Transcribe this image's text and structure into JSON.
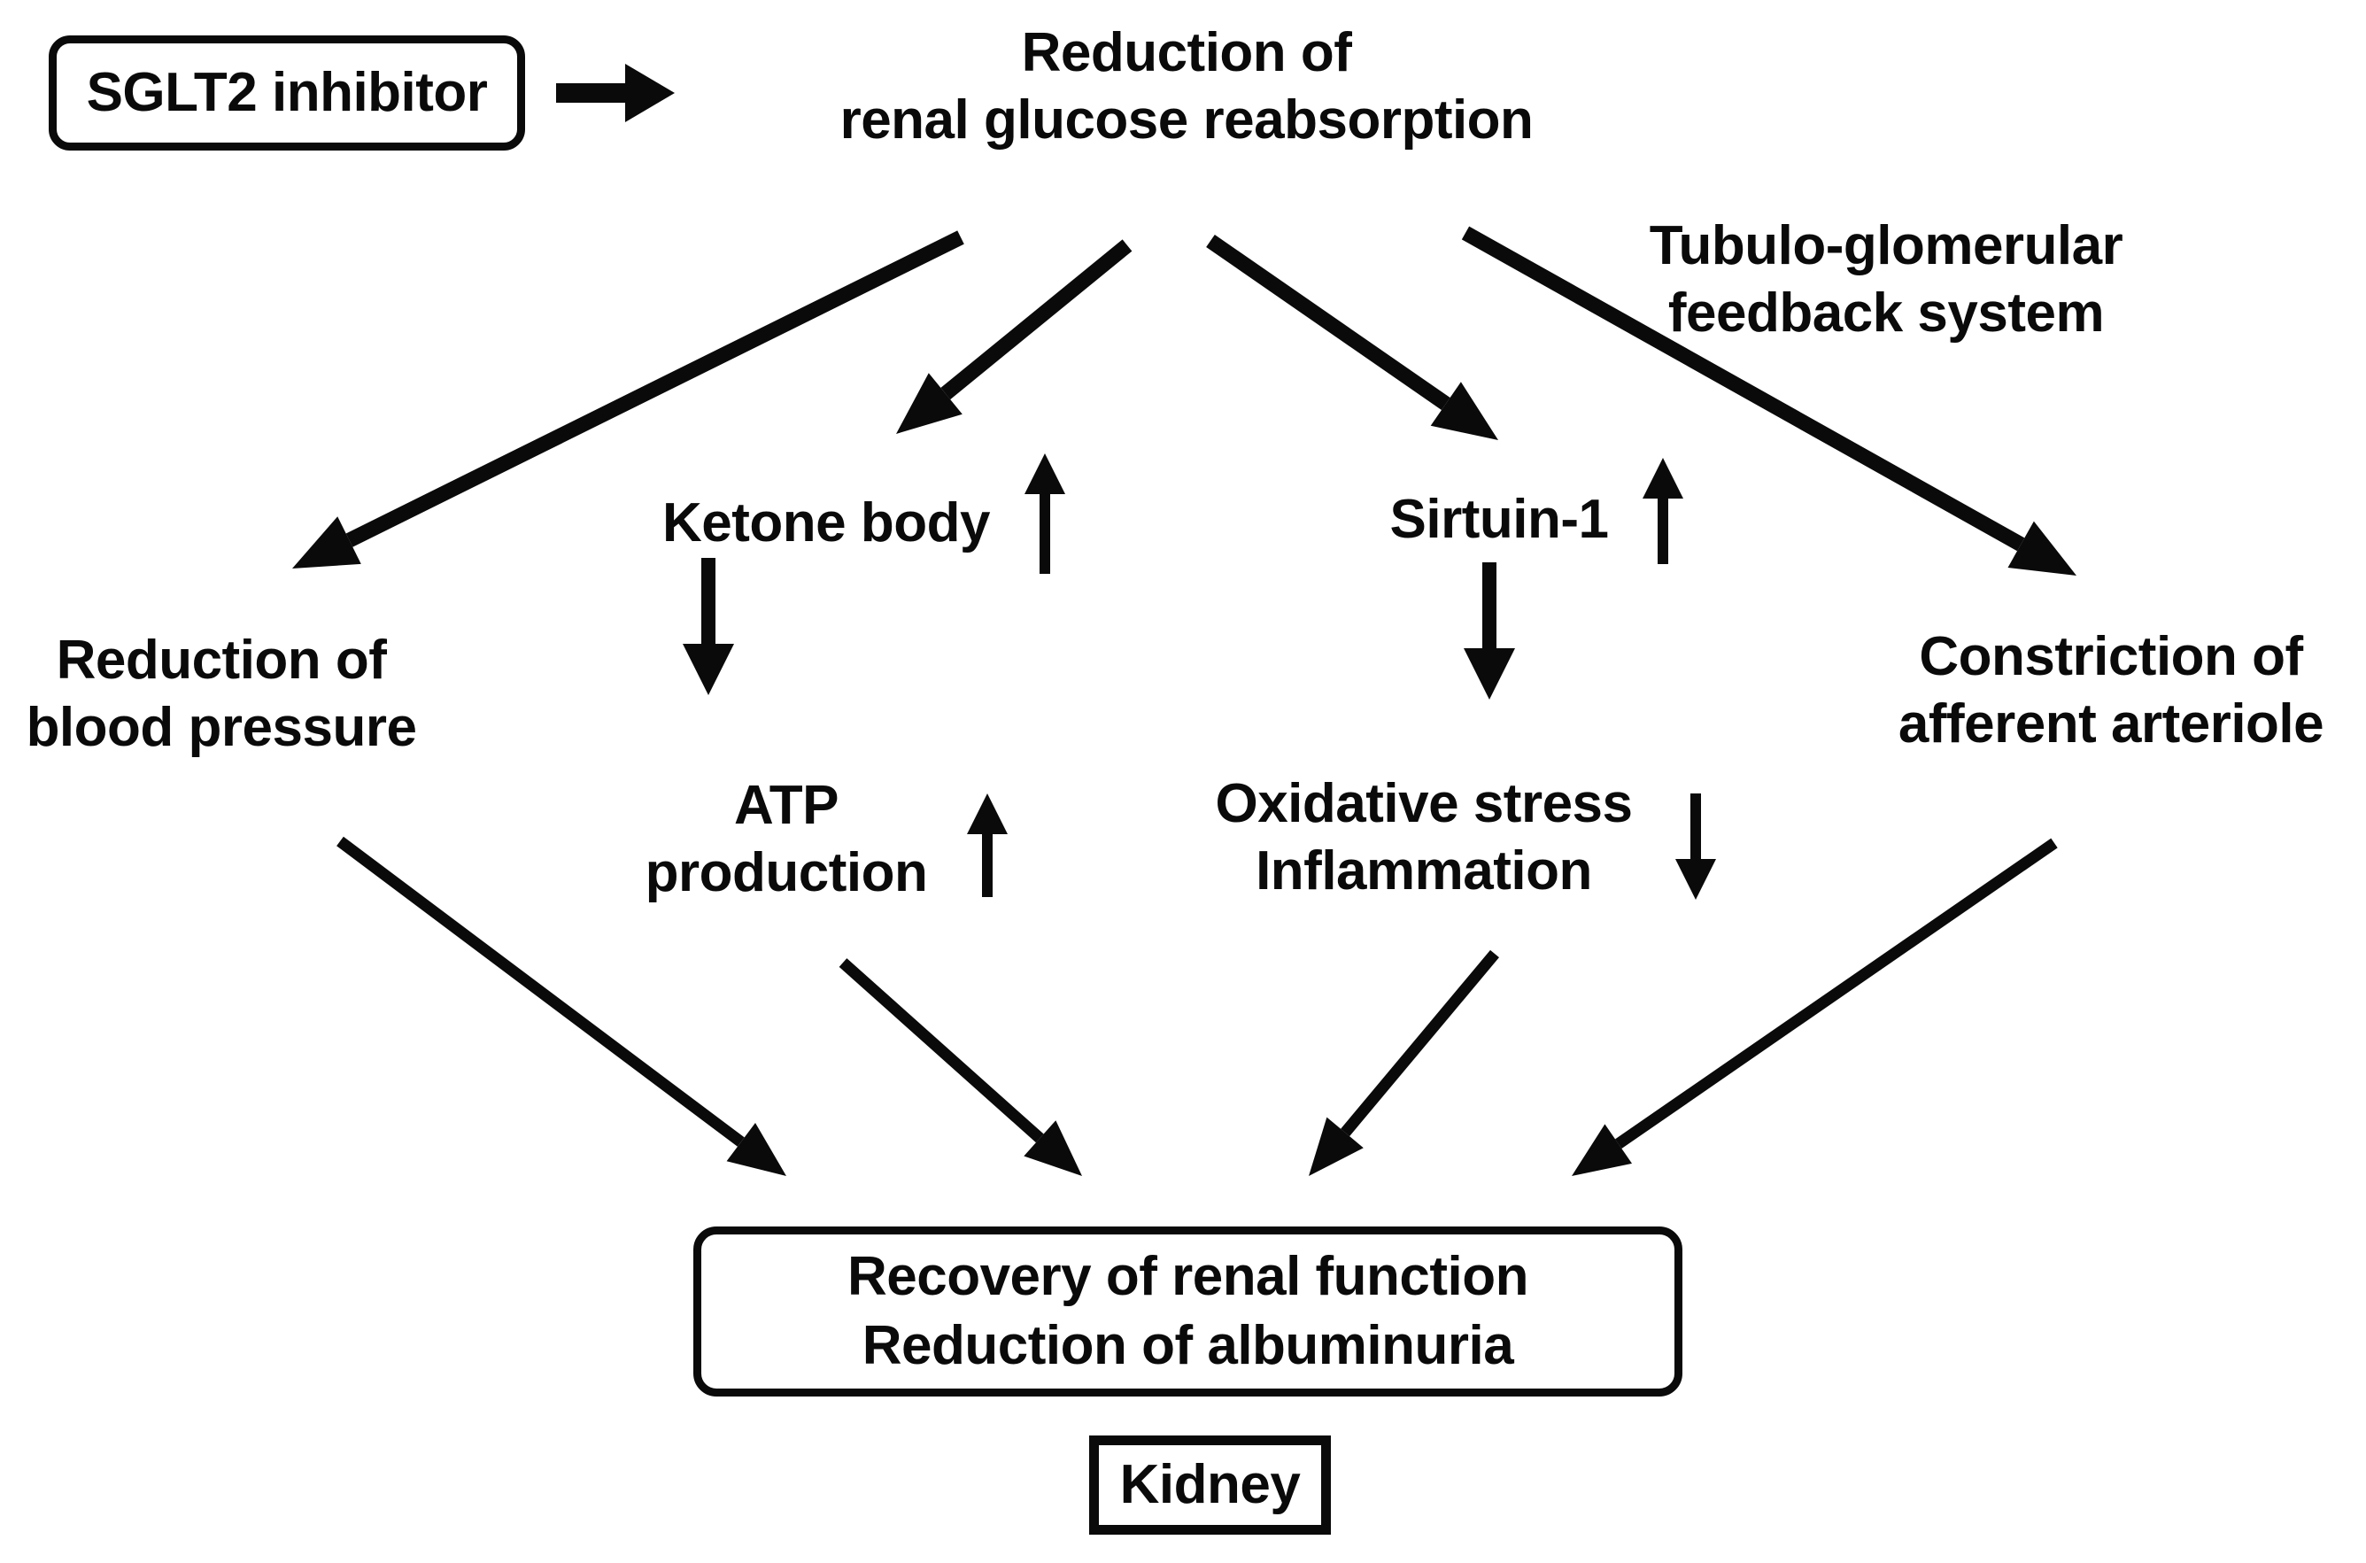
{
  "colors": {
    "ink": "#0a0a0a",
    "background": "#ffffff"
  },
  "nodes": {
    "sglt2": {
      "label": "SGLT2 inhibitor"
    },
    "title": {
      "line1": "Reduction of",
      "line2": "renal glucose reabsorption"
    },
    "tubulo": {
      "line1": "Tubulo-glomerular",
      "line2": "feedback system"
    },
    "ketone": {
      "label": "Ketone body"
    },
    "sirtuin": {
      "label": "Sirtuin-1"
    },
    "bp": {
      "line1": "Reduction of",
      "line2": "blood pressure"
    },
    "constriction": {
      "line1": "Constriction of",
      "line2": "afferent arteriole"
    },
    "atp": {
      "line1": "ATP",
      "line2": "production"
    },
    "oxidative": {
      "line1": "Oxidative stress",
      "line2": "Inflammation"
    },
    "recovery": {
      "line1": "Recovery of renal function",
      "line2": "Reduction of albuminuria"
    },
    "kidney": {
      "label": "Kidney"
    }
  },
  "indicators": [
    {
      "node": "Ketone body",
      "direction": "up"
    },
    {
      "node": "Sirtuin-1",
      "direction": "up"
    },
    {
      "node": "ATP production",
      "direction": "up"
    },
    {
      "node": "Oxidative stress / Inflammation",
      "direction": "down"
    }
  ],
  "edges": [
    {
      "from": "SGLT2 inhibitor",
      "to": "Reduction of renal glucose reabsorption"
    },
    {
      "from": "Reduction of renal glucose reabsorption",
      "to": "Reduction of blood pressure"
    },
    {
      "from": "Reduction of renal glucose reabsorption",
      "to": "Ketone body"
    },
    {
      "from": "Reduction of renal glucose reabsorption",
      "to": "Sirtuin-1"
    },
    {
      "from": "Reduction of renal glucose reabsorption",
      "to": "Constriction of afferent arteriole",
      "via": "Tubulo-glomerular feedback system"
    },
    {
      "from": "Ketone body",
      "to": "ATP production"
    },
    {
      "from": "Sirtuin-1",
      "to": "Oxidative stress / Inflammation"
    },
    {
      "from": "Reduction of blood pressure",
      "to": "Recovery of renal function / Reduction of albuminuria"
    },
    {
      "from": "ATP production",
      "to": "Recovery of renal function / Reduction of albuminuria"
    },
    {
      "from": "Oxidative stress / Inflammation",
      "to": "Recovery of renal function / Reduction of albuminuria"
    },
    {
      "from": "Constriction of afferent arteriole",
      "to": "Recovery of renal function / Reduction of albuminuria"
    }
  ]
}
